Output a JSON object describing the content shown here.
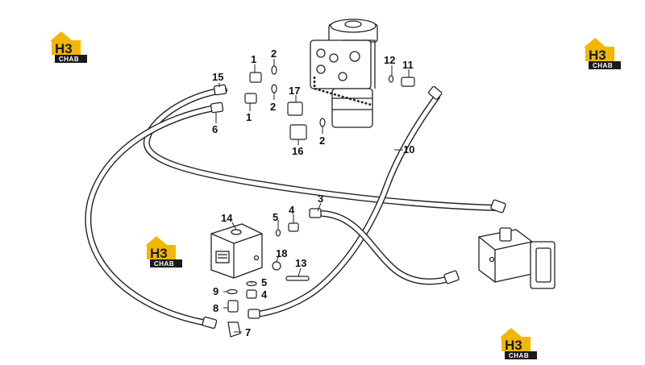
{
  "diagram": {
    "callouts": [
      {
        "id": "c1a",
        "text": "1"
      },
      {
        "id": "c1b",
        "text": "1"
      },
      {
        "id": "c2a",
        "text": "2"
      },
      {
        "id": "c2b",
        "text": "2"
      },
      {
        "id": "c2c",
        "text": "2"
      },
      {
        "id": "c3",
        "text": "3"
      },
      {
        "id": "c4a",
        "text": "4"
      },
      {
        "id": "c4b",
        "text": "4"
      },
      {
        "id": "c5a",
        "text": "5"
      },
      {
        "id": "c5b",
        "text": "5"
      },
      {
        "id": "c6",
        "text": "6"
      },
      {
        "id": "c7",
        "text": "7"
      },
      {
        "id": "c8",
        "text": "8"
      },
      {
        "id": "c9",
        "text": "9"
      },
      {
        "id": "c10",
        "text": "10"
      },
      {
        "id": "c11",
        "text": "11"
      },
      {
        "id": "c12",
        "text": "12"
      },
      {
        "id": "c13",
        "text": "13"
      },
      {
        "id": "c14",
        "text": "14"
      },
      {
        "id": "c15",
        "text": "15"
      },
      {
        "id": "c16",
        "text": "16"
      },
      {
        "id": "c17",
        "text": "17"
      },
      {
        "id": "c18",
        "text": "18"
      }
    ]
  },
  "watermark": {
    "top": "H3",
    "bottom": "CHAB",
    "colors": {
      "yellow": "#f2b705",
      "dark": "#1a1a1a"
    }
  }
}
